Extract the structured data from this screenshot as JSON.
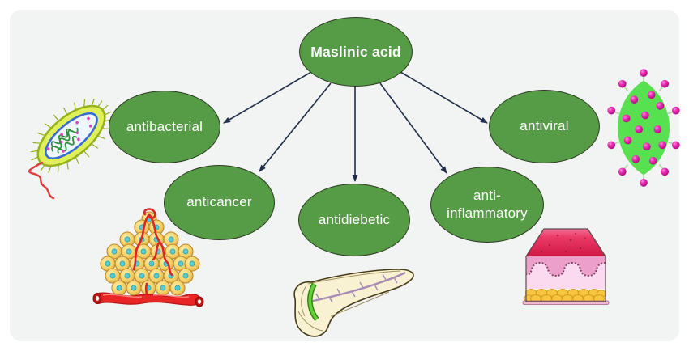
{
  "figure": {
    "type": "concept-diagram",
    "nodes": {
      "central": {
        "label": "Maslinic acid"
      },
      "antibacterial": {
        "label": "antibacterial"
      },
      "anticancer": {
        "label": "anticancer"
      },
      "antidiabetic": {
        "label": "antidiebetic"
      },
      "antiinflammatory": {
        "label": "anti-inflammatory"
      },
      "antiviral": {
        "label": "antiviral"
      }
    },
    "edges": [
      {
        "from": "Maslinic acid",
        "to": "antibacterial"
      },
      {
        "from": "Maslinic acid",
        "to": "anticancer"
      },
      {
        "from": "Maslinic acid",
        "to": "antidiebetic"
      },
      {
        "from": "Maslinic acid",
        "to": "anti-inflammatory"
      },
      {
        "from": "Maslinic acid",
        "to": "antiviral"
      }
    ],
    "illustrations": [
      {
        "name": "bacterium"
      },
      {
        "name": "tumor-cells"
      },
      {
        "name": "pancreas"
      },
      {
        "name": "skin-cross-section"
      },
      {
        "name": "virus"
      }
    ]
  },
  "theme": {
    "node-fill": "#569b46",
    "node-border": "#2b3a21",
    "node-text": "#ffffff",
    "arrow": "#1e2d4a",
    "panel-bg": "#f2f4f3",
    "page-bg": "#ffffff"
  }
}
